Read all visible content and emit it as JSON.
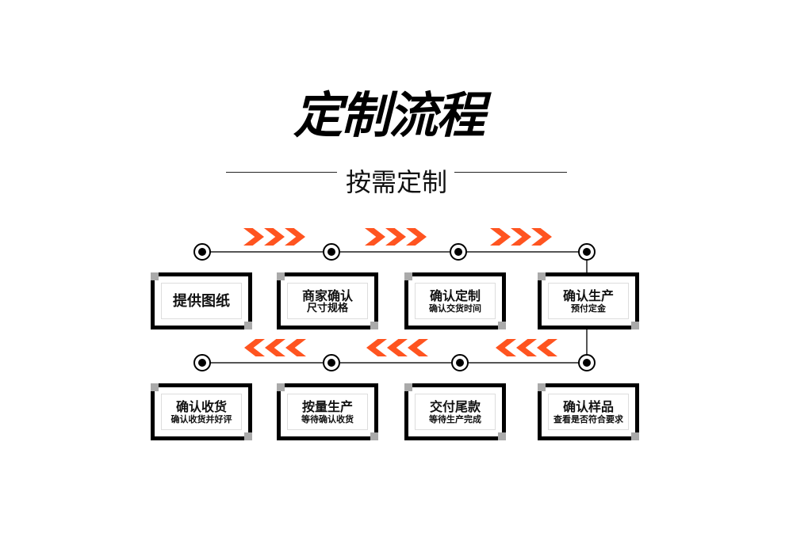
{
  "title": "定制流程",
  "subtitle": "按需定制",
  "colors": {
    "arrow": "#ff5420"
  },
  "steps": [
    {
      "title": "提供图纸",
      "desc": ""
    },
    {
      "title": "商家确认",
      "desc": "尺寸规格"
    },
    {
      "title": "确认定制",
      "desc": "确认交货时间"
    },
    {
      "title": "确认生产",
      "desc": "预付定金"
    },
    {
      "title": "确认样品",
      "desc": "查看是否符合要求"
    },
    {
      "title": "交付尾款",
      "desc": "等待生产完成"
    },
    {
      "title": "按量生产",
      "desc": "等待确认收货"
    },
    {
      "title": "确认收货",
      "desc": "确认收货并好评"
    }
  ]
}
